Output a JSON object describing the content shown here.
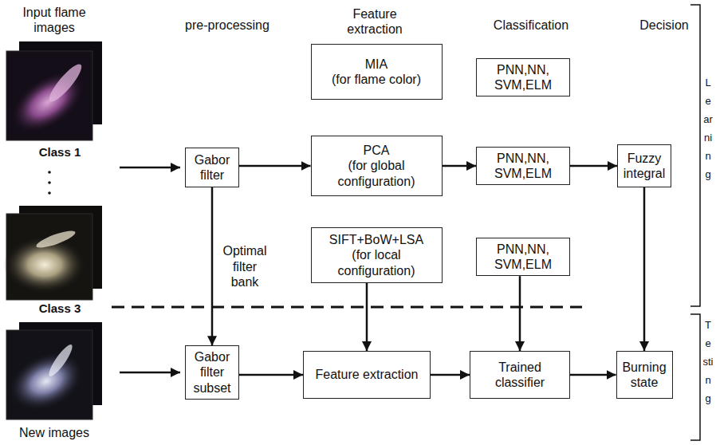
{
  "diagram": {
    "nodes": [
      {
        "text": [
          "Gabor filter"
        ]
      },
      {
        "text": [
          "MIA",
          "(for flame color)"
        ]
      },
      {
        "text": [
          "PCA",
          "(for global configuration)"
        ]
      },
      {
        "text": [
          "SIFT+BoW+LSA",
          "(for local configuration)"
        ]
      },
      {
        "text": [
          "PNN,NN, SVM,ELM"
        ]
      },
      {
        "text": [
          "PNN,NN, SVM,ELM"
        ]
      },
      {
        "text": [
          "PNN,NN, SVM,ELM"
        ]
      },
      {
        "text": [
          "Fuzzy integral"
        ]
      },
      {
        "text": [
          "Gabor filter subset"
        ]
      },
      {
        "text": [
          "Feature extraction"
        ]
      },
      {
        "text": [
          "Trained classifier"
        ]
      },
      {
        "text": [
          "Burning state"
        ]
      }
    ],
    "edges": [
      {
        "from": 0,
        "to": 2,
        "arrow": "to"
      },
      {
        "from": 2,
        "to": 5,
        "arrow": "to"
      },
      {
        "from": 5,
        "to": 7,
        "arrow": "to"
      },
      {
        "from": 0,
        "to": 8,
        "arrow": "to",
        "label": "Optimal filter bank"
      },
      {
        "from": 3,
        "to": 9,
        "arrow": "to"
      },
      {
        "from": 6,
        "to": 10,
        "arrow": "to"
      },
      {
        "from": 7,
        "to": 11,
        "arrow": "to"
      },
      {
        "from": 8,
        "to": 9,
        "arrow": "to"
      },
      {
        "from": 9,
        "to": 10,
        "arrow": "to"
      },
      {
        "from": 10,
        "to": 11,
        "arrow": "to"
      }
    ],
    "labels": [
      "Input flame images",
      "pre-processing",
      "Feature extraction",
      "Classification",
      "Decision",
      "Class 1",
      "Class 3",
      "New images",
      "Learning",
      "Testing"
    ]
  }
}
